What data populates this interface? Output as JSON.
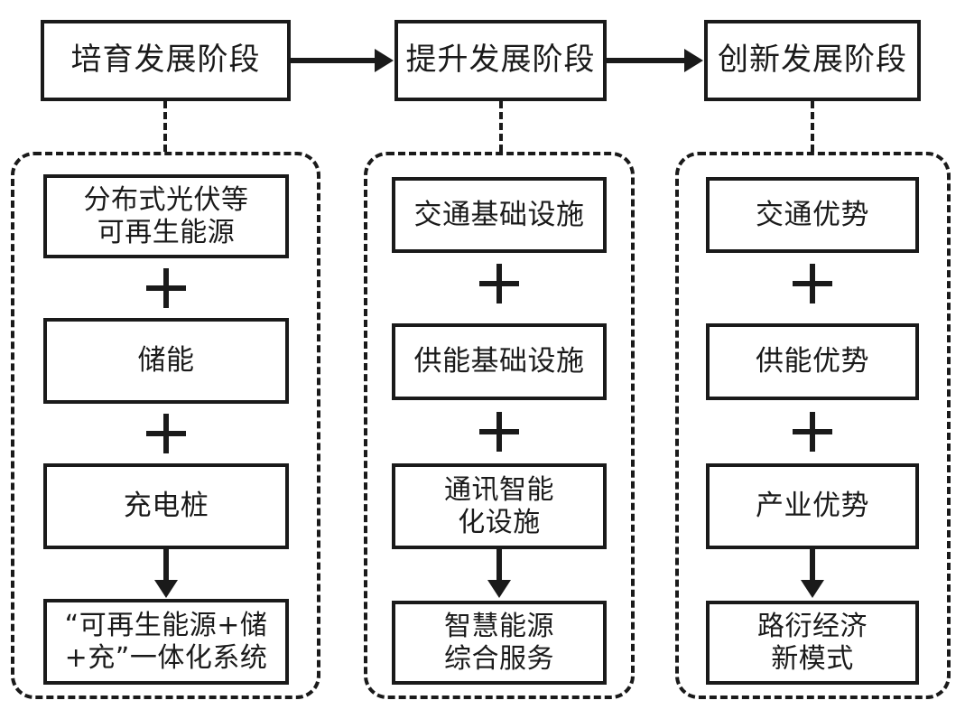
{
  "diagram": {
    "title_text": "",
    "colors": {
      "stroke": "#1a1a1a",
      "background": "#ffffff"
    },
    "stages": [
      {
        "label": "培育发展阶段"
      },
      {
        "label": "提升发展阶段"
      },
      {
        "label": "创新发展阶段"
      }
    ],
    "connectors": {
      "stage_arrow_1": "→",
      "stage_arrow_2": "→",
      "plus_symbol": "+",
      "down_arrow": "↓"
    },
    "groups": [
      {
        "stage_ref": "培育发展阶段",
        "items": [
          {
            "line1": "分布式光伏等",
            "line2": "可再生能源"
          },
          {
            "line1": "储能",
            "line2": ""
          },
          {
            "line1": "充电桩",
            "line2": ""
          }
        ],
        "result": {
          "line1": "“可再生能源+储",
          "line2": "+充”一体化系统"
        }
      },
      {
        "stage_ref": "提升发展阶段",
        "items": [
          {
            "line1": "交通基础设施",
            "line2": ""
          },
          {
            "line1": "供能基础设施",
            "line2": ""
          },
          {
            "line1": "通讯智能",
            "line2": "化设施"
          }
        ],
        "result": {
          "line1": "智慧能源",
          "line2": "综合服务"
        }
      },
      {
        "stage_ref": "创新发展阶段",
        "items": [
          {
            "line1": "交通优势",
            "line2": ""
          },
          {
            "line1": "供能优势",
            "line2": ""
          },
          {
            "line1": "产业优势",
            "line2": ""
          }
        ],
        "result": {
          "line1": "路衍经济",
          "line2": "新模式"
        }
      }
    ]
  }
}
